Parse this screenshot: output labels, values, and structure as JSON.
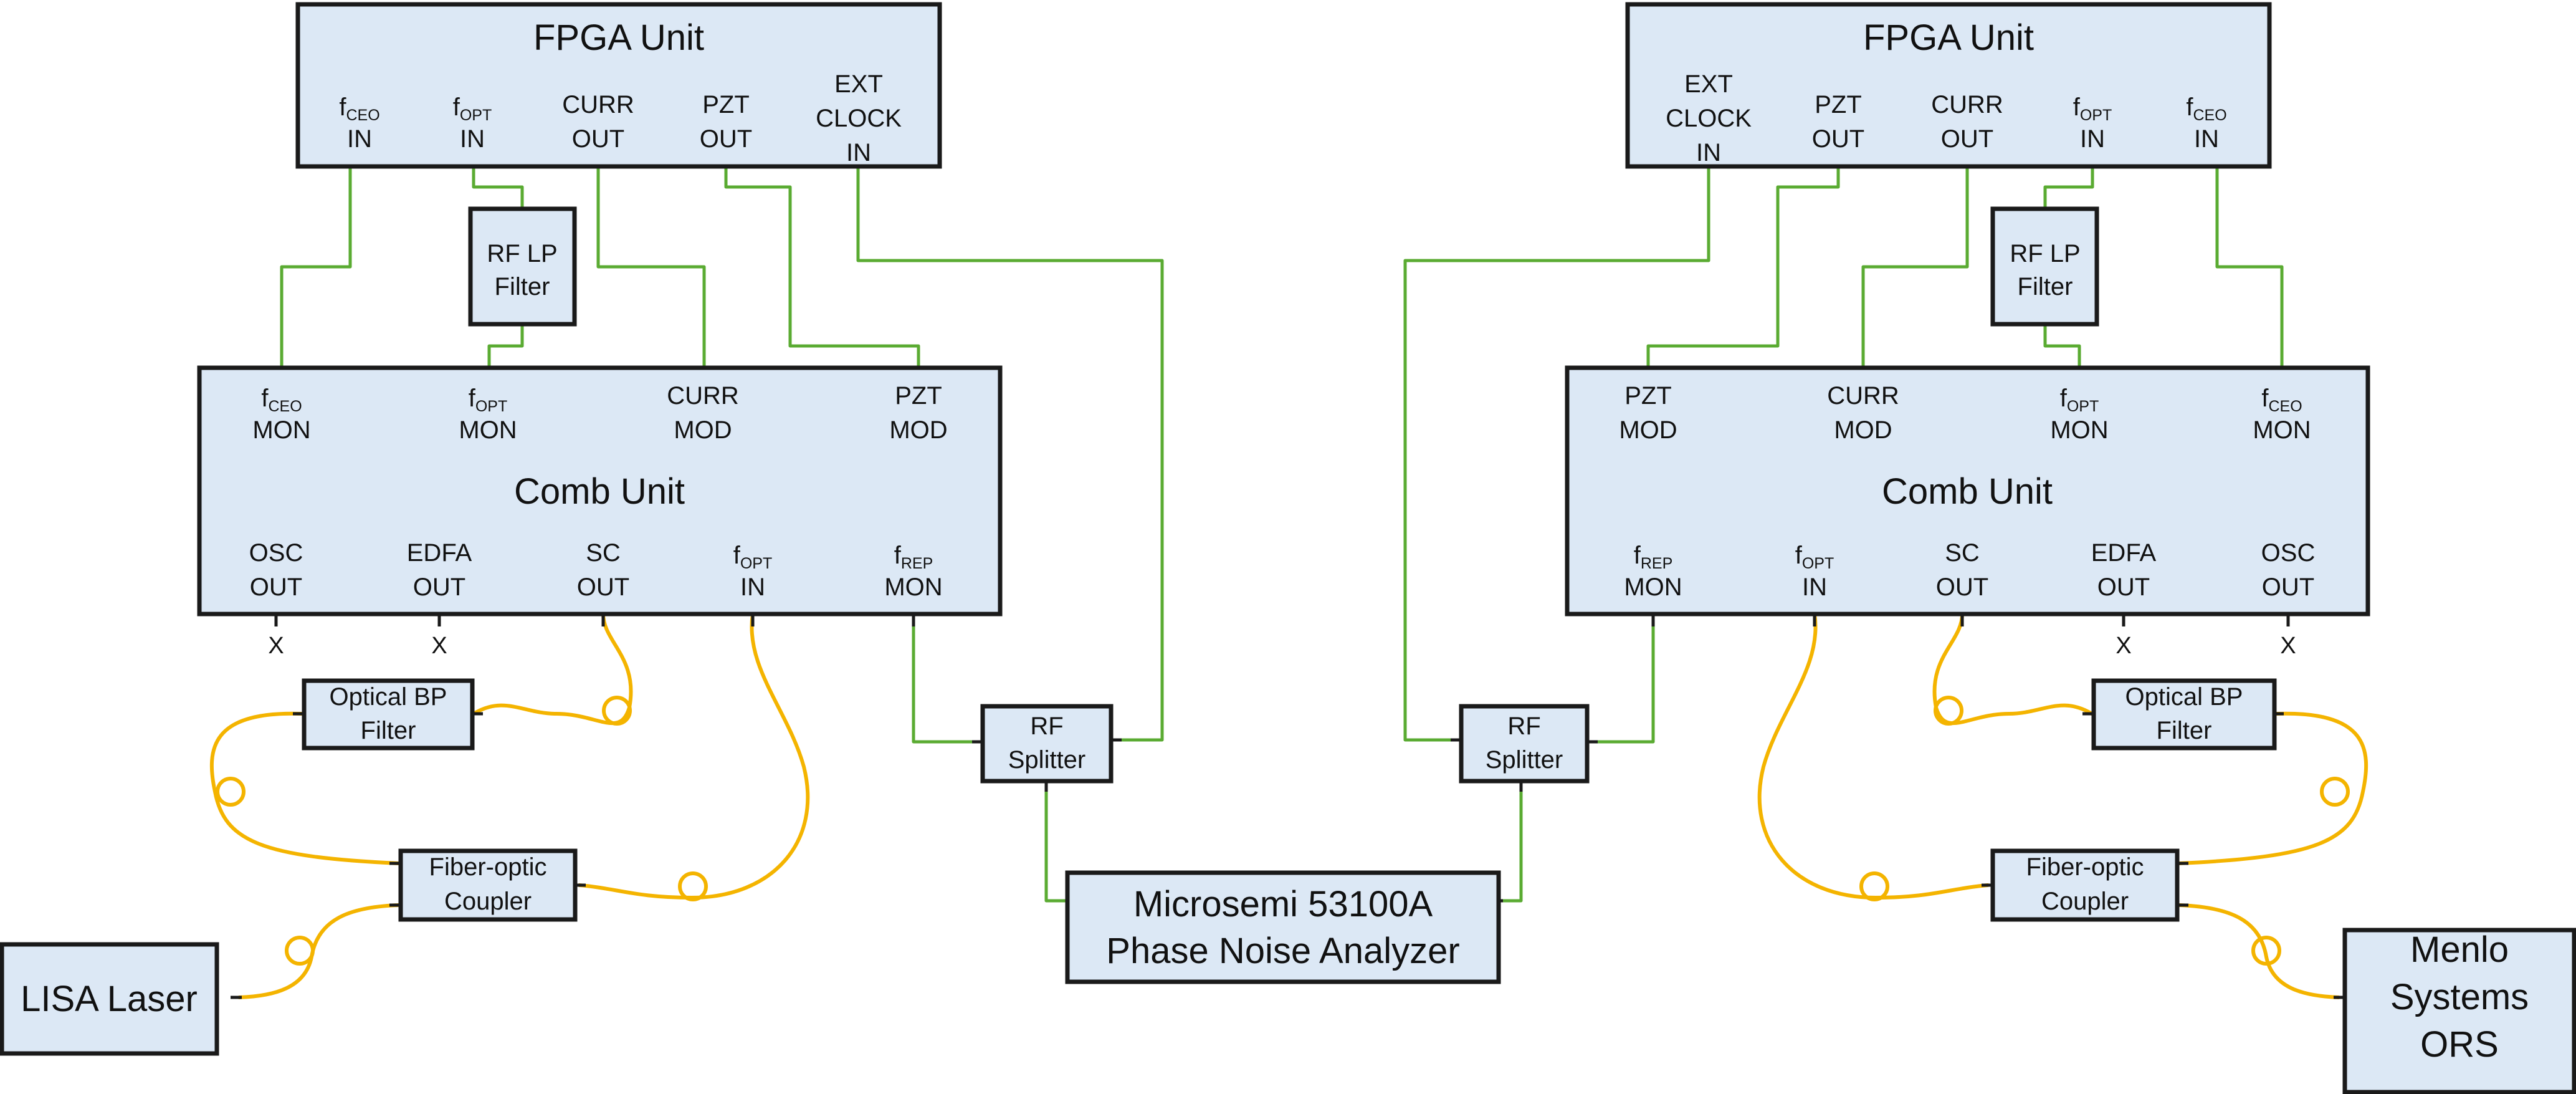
{
  "colors": {
    "box_fill": "#dce8f5",
    "box_stroke": "#1a1a1a",
    "rf_cable": "#5aab32",
    "optical_fiber": "#f4b400"
  },
  "left": {
    "fpga": {
      "title": "FPGA Unit",
      "ports": [
        {
          "main": "f",
          "sub": "CEO",
          "line2": "IN"
        },
        {
          "main": "f",
          "sub": "OPT",
          "line2": "IN"
        },
        {
          "main": "CURR",
          "line2": "OUT"
        },
        {
          "main": "PZT",
          "line2": "OUT"
        },
        {
          "main": "EXT",
          "line2": "CLOCK",
          "line3": "IN"
        }
      ]
    },
    "rf_lp_filter": {
      "line1": "RF LP",
      "line2": "Filter"
    },
    "comb": {
      "title": "Comb Unit",
      "top_ports": [
        {
          "main": "f",
          "sub": "CEO",
          "line2": "MON"
        },
        {
          "main": "f",
          "sub": "OPT",
          "line2": "MON"
        },
        {
          "main": "CURR",
          "line2": "MOD"
        },
        {
          "main": "PZT",
          "line2": "MOD"
        }
      ],
      "bottom_ports": [
        {
          "main": "OSC",
          "line2": "OUT"
        },
        {
          "main": "EDFA",
          "line2": "OUT"
        },
        {
          "main": "SC",
          "line2": "OUT"
        },
        {
          "main": "f",
          "sub": "OPT",
          "line2": "IN"
        },
        {
          "main": "f",
          "sub": "REP",
          "line2": "MON"
        }
      ]
    },
    "optical_bp_filter": {
      "line1": "Optical BP",
      "line2": "Filter"
    },
    "coupler": {
      "line1": "Fiber-optic",
      "line2": "Coupler"
    },
    "rf_splitter": {
      "line1": "RF",
      "line2": "Splitter"
    },
    "laser": {
      "label": "LISA Laser"
    }
  },
  "right": {
    "fpga": {
      "title": "FPGA Unit",
      "ports": [
        {
          "main": "EXT",
          "line2": "CLOCK",
          "line3": "IN"
        },
        {
          "main": "PZT",
          "line2": "OUT"
        },
        {
          "main": "CURR",
          "line2": "OUT"
        },
        {
          "main": "f",
          "sub": "OPT",
          "line2": "IN"
        },
        {
          "main": "f",
          "sub": "CEO",
          "line2": "IN"
        }
      ]
    },
    "rf_lp_filter": {
      "line1": "RF LP",
      "line2": "Filter"
    },
    "comb": {
      "title": "Comb Unit",
      "top_ports": [
        {
          "main": "PZT",
          "line2": "MOD"
        },
        {
          "main": "CURR",
          "line2": "MOD"
        },
        {
          "main": "f",
          "sub": "OPT",
          "line2": "MON"
        },
        {
          "main": "f",
          "sub": "CEO",
          "line2": "MON"
        }
      ],
      "bottom_ports": [
        {
          "main": "f",
          "sub": "REP",
          "line2": "MON"
        },
        {
          "main": "f",
          "sub": "OPT",
          "line2": "IN"
        },
        {
          "main": "SC",
          "line2": "OUT"
        },
        {
          "main": "EDFA",
          "line2": "OUT"
        },
        {
          "main": "OSC",
          "line2": "OUT"
        }
      ]
    },
    "optical_bp_filter": {
      "line1": "Optical BP",
      "line2": "Filter"
    },
    "coupler": {
      "line1": "Fiber-optic",
      "line2": "Coupler"
    },
    "rf_splitter": {
      "line1": "RF",
      "line2": "Splitter"
    },
    "reference": {
      "line1": "Menlo",
      "line2": "Systems",
      "line3": "ORS"
    }
  },
  "analyzer": {
    "line1": "Microsemi 53100A",
    "line2": "Phase Noise Analyzer"
  },
  "unconnected_mark": "X"
}
